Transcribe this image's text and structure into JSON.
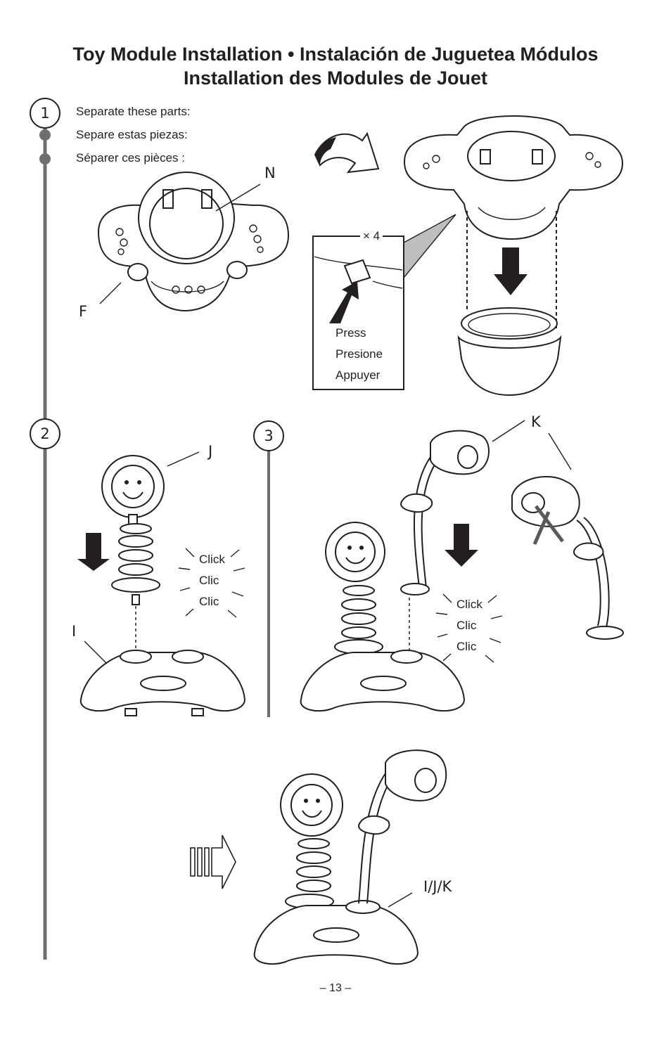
{
  "header": {
    "title_line1": "Toy Module Installation  •  Instalación de Juguetea Módulos",
    "title_line2": "Installation des Modules de Jouet"
  },
  "steps": {
    "step1": {
      "number": "1",
      "instructions": [
        "Separate these parts:",
        "Separe estas piezas:",
        "Séparer ces pièces :"
      ],
      "label_n": "N",
      "label_f": "F",
      "inset_count": "× 4",
      "inset_press": [
        "Press",
        "Presione",
        "Appuyer"
      ]
    },
    "step2": {
      "number": "2",
      "label_j": "J",
      "label_i": "I",
      "clicks": [
        "Click",
        "Clic",
        "Clic"
      ]
    },
    "step3": {
      "number": "3",
      "label_k": "K",
      "clicks": [
        "Click",
        "Clic",
        "Clic"
      ]
    },
    "result": {
      "label_ijk": "I/J/K"
    }
  },
  "footer": {
    "page_number": "– 13 –"
  },
  "icons": [
    "curved-arrow-icon",
    "down-arrow-icon",
    "press-arrow-icon",
    "hollow-right-arrow-icon",
    "x-mark-icon"
  ]
}
